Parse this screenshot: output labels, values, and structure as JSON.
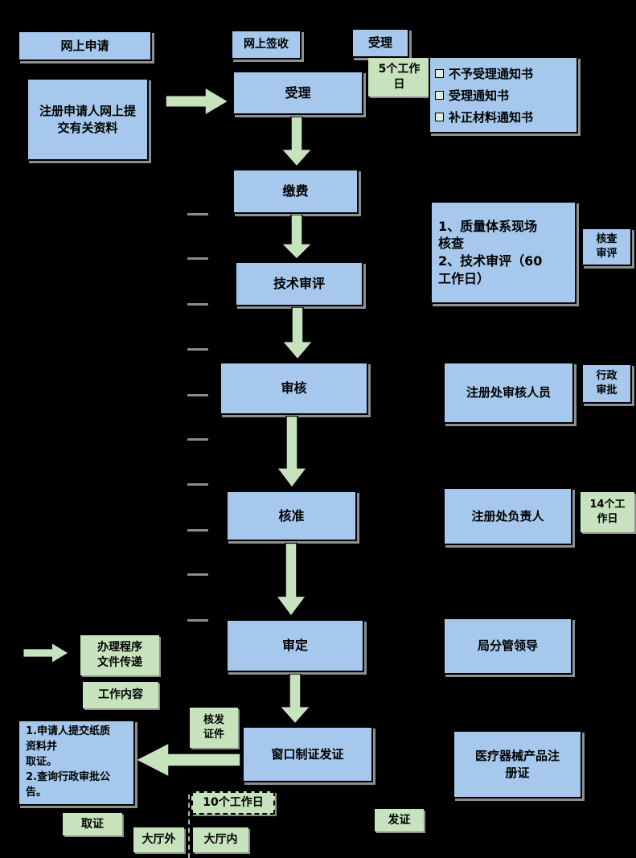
{
  "colors": {
    "background": "#000000",
    "box_fill": "#a5c8ec",
    "label_fill": "#c6e3bd",
    "arrow_fill": "#c6e3bd",
    "border": "#000000",
    "shadow": "#8f8f8f"
  },
  "flow": {
    "online_apply": "网上申请",
    "online_sign": "网上签收",
    "accept_header": "受理",
    "submit_materials": "注册申请人网上提\n交有关资料",
    "accept": "受理",
    "accept_days": "5个工作\n日",
    "notices": [
      "不予受理通知书",
      "受理通知书",
      "补正材料通知书"
    ],
    "pay": "缴费",
    "tech_review": "技术审评",
    "tech_note": "1、质量体系现场\n核查\n2、技术审评（60\n工作日）",
    "check_review": "核查\n审评",
    "audit": "审核",
    "audit_people": "注册处审核人员",
    "admin_approval": "行政\n审批",
    "approve": "核准",
    "reg_head": "注册处负责人",
    "approve_days": "14个工\n作日",
    "final_review": "审定",
    "bureau_leader": "局分管领导",
    "legend_doc": "办理程序\n文件传递",
    "legend_work": "工作内容",
    "issue_cert": "核发\n证件",
    "window_issue": "窗口制证发证",
    "paper_note": "1.申请人提交纸质\n资料并\n取证。\n2.查询行政审批公\n告。",
    "issue_days": "10个工作日",
    "device_cert": "医疗器械产品注\n册证",
    "issue": "发证",
    "obtain": "取证",
    "hall_out": "大厅外",
    "hall_in": "大厅内"
  }
}
